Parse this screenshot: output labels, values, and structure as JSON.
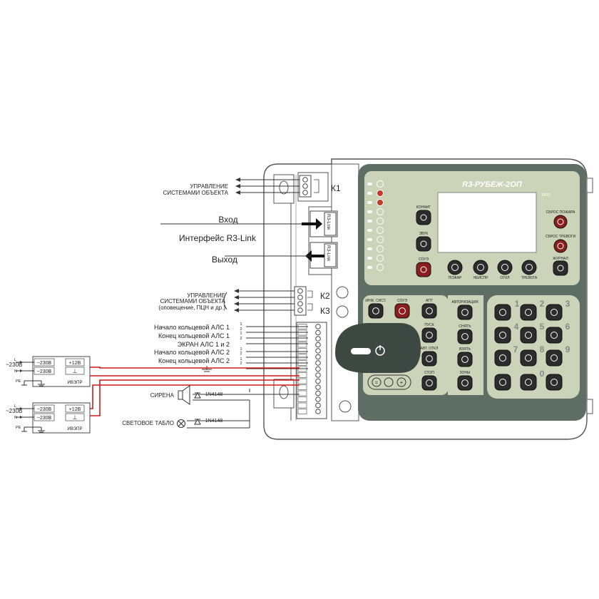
{
  "device": {
    "title": "R3-РУБЕЖ-2ОП",
    "rfid": "RFID",
    "relays": [
      "К1",
      "К2",
      "К3"
    ],
    "r3link_port": "R3-Link"
  },
  "left_labels": {
    "control_1": [
      "УПРАВЛЕНИЕ",
      "СИСТЕМАМИ ОБЪЕКТА"
    ],
    "input": "Вход",
    "interface": "Интерфейс R3-Link",
    "output": "Выход",
    "control_2": [
      "УПРАВЛЕНИЕ",
      "СИСТЕМАМИ ОБЪЕКТА",
      "(оповещение, ПЦН и др.)"
    ],
    "als": [
      "Начало кольцевой АЛС 1",
      "Конец кольцевой АЛС 1",
      "ЭКРАН АЛС 1 и 2",
      "Начало кольцевой АЛС 2",
      "Конец кольцевой АЛС 2"
    ],
    "pin_numbers": [
      "1",
      "2"
    ],
    "siren": "СИРЕНА",
    "light_board": "СВЕТОВОЕ ТАБЛО",
    "diode": "1N4148"
  },
  "psu": {
    "mains": "~230В",
    "in_label": "~230В",
    "out_plus": "+12В",
    "out_ground": "⊥",
    "name": "ИВЭПР",
    "L": "L",
    "N": "N",
    "PE": "PE"
  },
  "panel": {
    "left_buttons": [
      "КОНФИГ",
      "ЗВУК",
      "СОУЭ"
    ],
    "bottom_buttons": [
      "ПОЖАР",
      "НЕИСПР",
      "ОТКЛ",
      "ТРЕВОГА"
    ],
    "right_buttons": [
      "СБРОС ПОЖАРА",
      "СБРОС ТРЕВОГИ",
      "ЖУРНАЛ"
    ],
    "lower_left": [
      "ИНЖ. СИСТ.",
      "СОУЭ",
      "АПТ",
      "ПУСК",
      "АВТ. ОТКЛ",
      "СТОП"
    ],
    "middle": [
      "АВТОРИЗАЦИЯ",
      "СНЯТЬ",
      "ВЗЯТЬ",
      "ЗОНЫ"
    ],
    "keypad_numbers": [
      "1",
      "2",
      "3",
      "4",
      "5",
      "6",
      "7",
      "8",
      "9",
      "0"
    ]
  },
  "colors": {
    "panel_outer": "#5f6e65",
    "panel_inner": "#cbd3b8",
    "screen": "#ffffff",
    "button_dark": "#2c2c2c",
    "button_red": "#8b1d1d",
    "wire_red": "#d01818"
  }
}
